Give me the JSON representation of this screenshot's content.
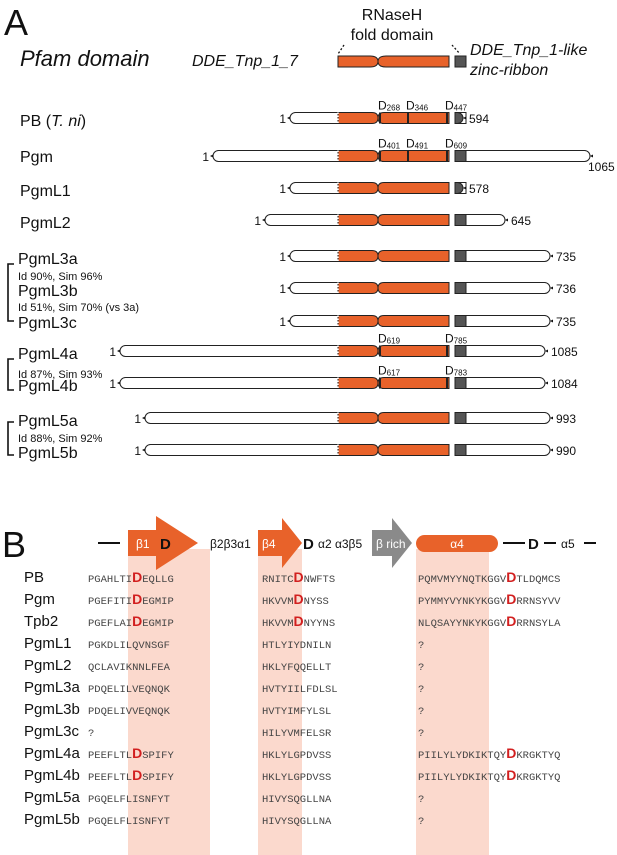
{
  "panel_a": {
    "letter": "A",
    "pfam_label": "Pfam domain",
    "domain_left": "DDE_Tnp_1_7",
    "rnaseh_line1": "RNaseH",
    "rnaseh_line2": "fold domain",
    "domain_right_line1": "DDE_Tnp_1-like",
    "domain_right_line2": "zinc-ribbon",
    "proteins": [
      {
        "name": "PB",
        "species": "T. ni",
        "start": "1",
        "end": "594",
        "dlabels": [
          {
            "d": "D",
            "n": "268"
          },
          {
            "d": "D",
            "n": "346"
          },
          {
            "d": "D",
            "n": "447"
          }
        ]
      },
      {
        "name": "Pgm",
        "start": "1",
        "end": "1065",
        "dlabels": [
          {
            "d": "D",
            "n": "401"
          },
          {
            "d": "D",
            "n": "491"
          },
          {
            "d": "D",
            "n": "609"
          }
        ]
      },
      {
        "name": "PgmL1",
        "start": "1",
        "end": "578",
        "dlabels": []
      },
      {
        "name": "PgmL2",
        "start": "1",
        "end": "645",
        "dlabels": []
      },
      {
        "name": "PgmL3a",
        "start": "1",
        "end": "735",
        "dlabels": []
      },
      {
        "name": "PgmL3b",
        "start": "1",
        "end": "736",
        "dlabels": []
      },
      {
        "name": "PgmL3c",
        "start": "1",
        "end": "735",
        "dlabels": []
      },
      {
        "name": "PgmL4a",
        "start": "1",
        "end": "1085",
        "dlabels": [
          {
            "d": "D",
            "n": "619"
          },
          {
            "d": "D",
            "n": "785"
          }
        ]
      },
      {
        "name": "PgmL4b",
        "start": "1",
        "end": "1084",
        "dlabels": [
          {
            "d": "D",
            "n": "617"
          },
          {
            "d": "D",
            "n": "783"
          }
        ]
      },
      {
        "name": "PgmL5a",
        "start": "1",
        "end": "993",
        "dlabels": []
      },
      {
        "name": "PgmL5b",
        "start": "1",
        "end": "990",
        "dlabels": []
      }
    ],
    "identities": [
      "Id 90%, Sim 96%",
      "Id 51%, Sim 70% (vs 3a)",
      "Id 87%, Sim 93%",
      "Id 88%, Sim 92%"
    ]
  },
  "panel_b": {
    "letter": "B",
    "ss": {
      "b1": "β1",
      "d1": "D",
      "b2b3a1": "β2β3α1",
      "b4": "β4",
      "d2": "D",
      "a2a3b5": "α2 α3β5",
      "brich": "β rich",
      "a4": "α4",
      "d3": "D",
      "a5": "α5"
    },
    "rows": [
      {
        "name": "PB",
        "s1": [
          "PGAHLTI",
          "D",
          "EQLLG"
        ],
        "s2": [
          "RNITC",
          "D",
          "NWFTS"
        ],
        "s3": [
          "PQMVMYYNQTKGGV",
          "D",
          "TLDQMCS"
        ]
      },
      {
        "name": "Pgm",
        "s1": [
          "PGEFITI",
          "D",
          "EGMIP"
        ],
        "s2": [
          "HKVVM",
          "D",
          "NYSS"
        ],
        "s3": [
          "PYMMYVYNKYKGGV",
          "D",
          "RRNSYVV"
        ]
      },
      {
        "name": "Tpb2",
        "s1": [
          "PGEFLAI",
          "D",
          "EGMIP"
        ],
        "s2": [
          "HKVVM",
          "D",
          "NYYNS"
        ],
        "s3": [
          "NLQSAYYNKYKGGV",
          "D",
          "RRNSYLA"
        ]
      },
      {
        "name": "PgmL1",
        "s1": [
          "PGKDLILQVNSGF"
        ],
        "s2": [
          "HTLYIYDNILN"
        ],
        "s3": [
          "?"
        ]
      },
      {
        "name": "PgmL2",
        "s1": [
          "QCLAVIKNNLFEA"
        ],
        "s2": [
          "HKLYFQQELLT"
        ],
        "s3": [
          "?"
        ]
      },
      {
        "name": "PgmL3a",
        "s1": [
          "PDQELILVEQNQK"
        ],
        "s2": [
          "HVTYIILFDLSL"
        ],
        "s3": [
          "?"
        ]
      },
      {
        "name": "PgmL3b",
        "s1": [
          "PDQELIVVEQNQK"
        ],
        "s2": [
          "HVTYIMFYLSL"
        ],
        "s3": [
          "?"
        ]
      },
      {
        "name": "PgmL3c",
        "s1": [
          "?"
        ],
        "s2": [
          "HILYVMFELSR"
        ],
        "s3": [
          "?"
        ]
      },
      {
        "name": "PgmL4a",
        "s1": [
          "PEEFLTL",
          "D",
          "SPIFY"
        ],
        "s2": [
          "HKLYLGPDVSS"
        ],
        "s3": [
          "PIILYLYDKIKTQY",
          "D",
          "KRGKTYQ"
        ]
      },
      {
        "name": "PgmL4b",
        "s1": [
          "PEEFLTL",
          "D",
          "SPIFY"
        ],
        "s2": [
          "HKLYLGPDVSS"
        ],
        "s3": [
          "PIILYLYDKIKTQY",
          "D",
          "KRGKTYQ"
        ]
      },
      {
        "name": "PgmL5a",
        "s1": [
          "PGQELFLISNFYT"
        ],
        "s2": [
          "HIVYSQGLLNA"
        ],
        "s3": [
          "?"
        ]
      },
      {
        "name": "PgmL5b",
        "s1": [
          "PGQELFLISNFYT"
        ],
        "s2": [
          "HIVYSQGLLNA"
        ],
        "s3": [
          "?"
        ]
      }
    ]
  },
  "colors": {
    "domain": "#e8622a",
    "zinc_ribbon": "#555555",
    "highlight": "#fbd9cd",
    "catalytic_d": "#d21f1f",
    "brich_arrow": "#8a8a8a"
  }
}
